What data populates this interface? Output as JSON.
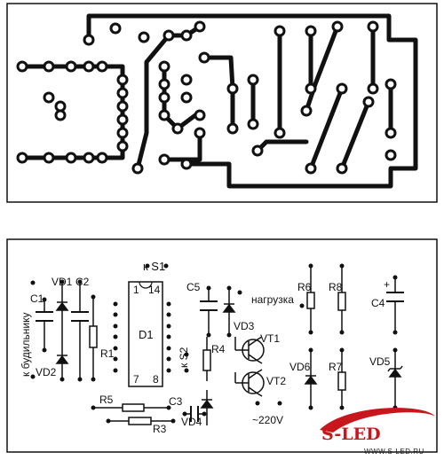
{
  "schematic": {
    "labels": {
      "s1": "к S1",
      "s2": "к S2",
      "alarm": "к будильнику",
      "load": "нагрузка",
      "voltage": "~220V",
      "vd1": "VD1",
      "c2": "C2",
      "c1": "C1",
      "r1": "R1",
      "vd2": "VD2",
      "d1": "D1",
      "c5": "C5",
      "vd3": "VD3",
      "vt1": "VT1",
      "r4": "R4",
      "vt2": "VT2",
      "r6": "R6",
      "r8": "R8",
      "c4": "C4",
      "vd6": "VD6",
      "r7": "R7",
      "vd5": "VD5",
      "r5": "R5",
      "r3": "R3",
      "c3": "C3",
      "vd4": "VD4",
      "pin1": "1",
      "pin14": "14",
      "pin7": "7",
      "pin8": "8",
      "plus": "+"
    }
  },
  "watermark": {
    "brand": "S-LED",
    "url": "WWW.S-LED.RU"
  }
}
